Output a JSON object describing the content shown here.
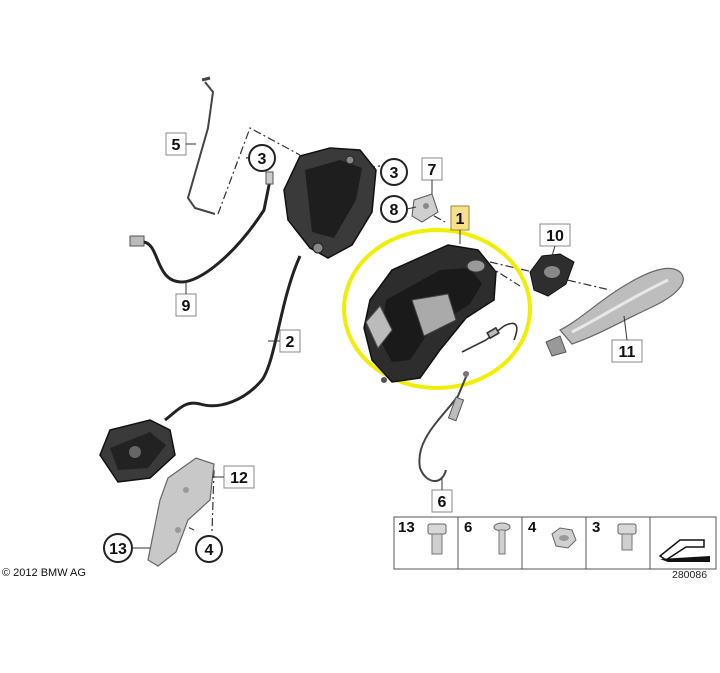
{
  "diagram": {
    "copyright": "© 2012 BMW AG",
    "catalog_number": "280086",
    "highlight_color": "#f2ee00",
    "selected_part_fill": "#f6e08a",
    "parts": [
      {
        "id": "p1",
        "label": "1",
        "boxed": true,
        "selected": true
      },
      {
        "id": "p2",
        "label": "2",
        "boxed": true
      },
      {
        "id": "p3a",
        "label": "3",
        "boxed": false
      },
      {
        "id": "p3b",
        "label": "3",
        "boxed": false
      },
      {
        "id": "p4",
        "label": "4",
        "boxed": false
      },
      {
        "id": "p5",
        "label": "5",
        "boxed": true
      },
      {
        "id": "p6",
        "label": "6",
        "boxed": false
      },
      {
        "id": "p7",
        "label": "7",
        "boxed": true
      },
      {
        "id": "p8",
        "label": "8",
        "boxed": true
      },
      {
        "id": "p9",
        "label": "9",
        "boxed": true
      },
      {
        "id": "p10",
        "label": "10",
        "boxed": true
      },
      {
        "id": "p11",
        "label": "11",
        "boxed": true
      },
      {
        "id": "p12",
        "label": "12",
        "boxed": true
      },
      {
        "id": "p13",
        "label": "13",
        "boxed": false
      }
    ],
    "legend": [
      {
        "label": "13",
        "icon": "hex-bolt-icon"
      },
      {
        "label": "6",
        "icon": "screw-icon"
      },
      {
        "label": "4",
        "icon": "nut-icon"
      },
      {
        "label": "3",
        "icon": "hex-bolt-icon"
      }
    ]
  }
}
